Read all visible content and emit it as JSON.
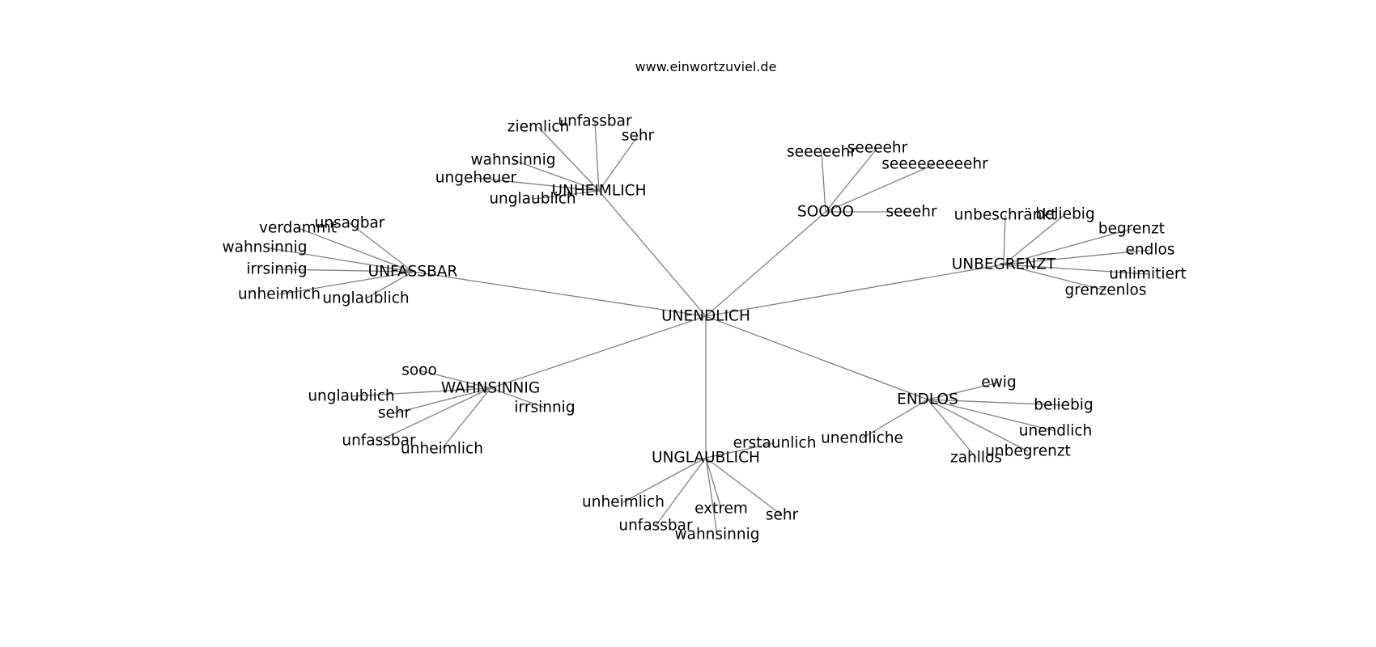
{
  "watermark": "www.einwortzuviel.de",
  "center": "UNENDLICH",
  "clusters": [
    {
      "hub": "UNHEIMLICH",
      "leaves": [
        "ziemlich",
        "unfassbar",
        "sehr",
        "wahnsinnig",
        "ungeheuer",
        "unglaublich"
      ]
    },
    {
      "hub": "SOOOO",
      "leaves": [
        "seeeeehr",
        "seeeehr",
        "seeeeeeeeehr",
        "seeehr"
      ]
    },
    {
      "hub": "UNFASSBAR",
      "leaves": [
        "verdammt",
        "unsagbar",
        "wahnsinnig",
        "irrsinnig",
        "unheimlich",
        "unglaublich"
      ]
    },
    {
      "hub": "UNBEGRENZT",
      "leaves": [
        "unbeschränkt",
        "beliebig",
        "begrenzt",
        "endlos",
        "unlimitiert",
        "grenzenlos"
      ]
    },
    {
      "hub": "WAHNSINNIG",
      "leaves": [
        "sooo",
        "unglaublich",
        "sehr",
        "irrsinnig",
        "unfassbar",
        "unheimlich"
      ]
    },
    {
      "hub": "ENDLOS",
      "leaves": [
        "ewig",
        "beliebig",
        "unendliche",
        "unendlich",
        "zahllos",
        "unbegrenzt"
      ]
    },
    {
      "hub": "UNGLAUBLICH",
      "leaves": [
        "erstaunlich",
        "unheimlich",
        "extrem",
        "sehr",
        "unfassbar",
        "wahnsinnig"
      ]
    }
  ]
}
